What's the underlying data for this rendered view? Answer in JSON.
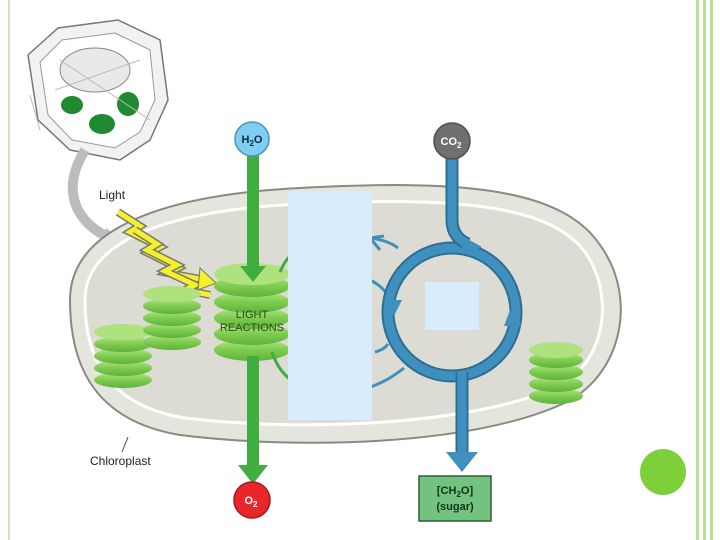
{
  "labels": {
    "light": "Light",
    "chloroplast": "Chloroplast",
    "light_reactions_line1": "LIGHT",
    "light_reactions_line2": "REACTIONS",
    "h2o_main": "H",
    "h2o_sub": "2",
    "h2o_end": "O",
    "co2_main": "CO",
    "co2_sub": "2",
    "o2_main": "O",
    "o2_sub": "2",
    "sugar_line1_main": "[CH",
    "sugar_line1_sub": "2",
    "sugar_line1_end": "O]",
    "sugar_line2": "(sugar)"
  },
  "colors": {
    "green_arrow": "#3fae3f",
    "blue_cycle": "#3f90bf",
    "h2o_fill": "#7fcdf0",
    "co2_fill": "#707070",
    "o2_fill": "#e8262b",
    "sugar_fill": "#73c27f",
    "chloroplast_fill": "#e4e5dd",
    "thylakoid_green": "#7dcc4e",
    "highlight_box": "#d8ecfb"
  }
}
